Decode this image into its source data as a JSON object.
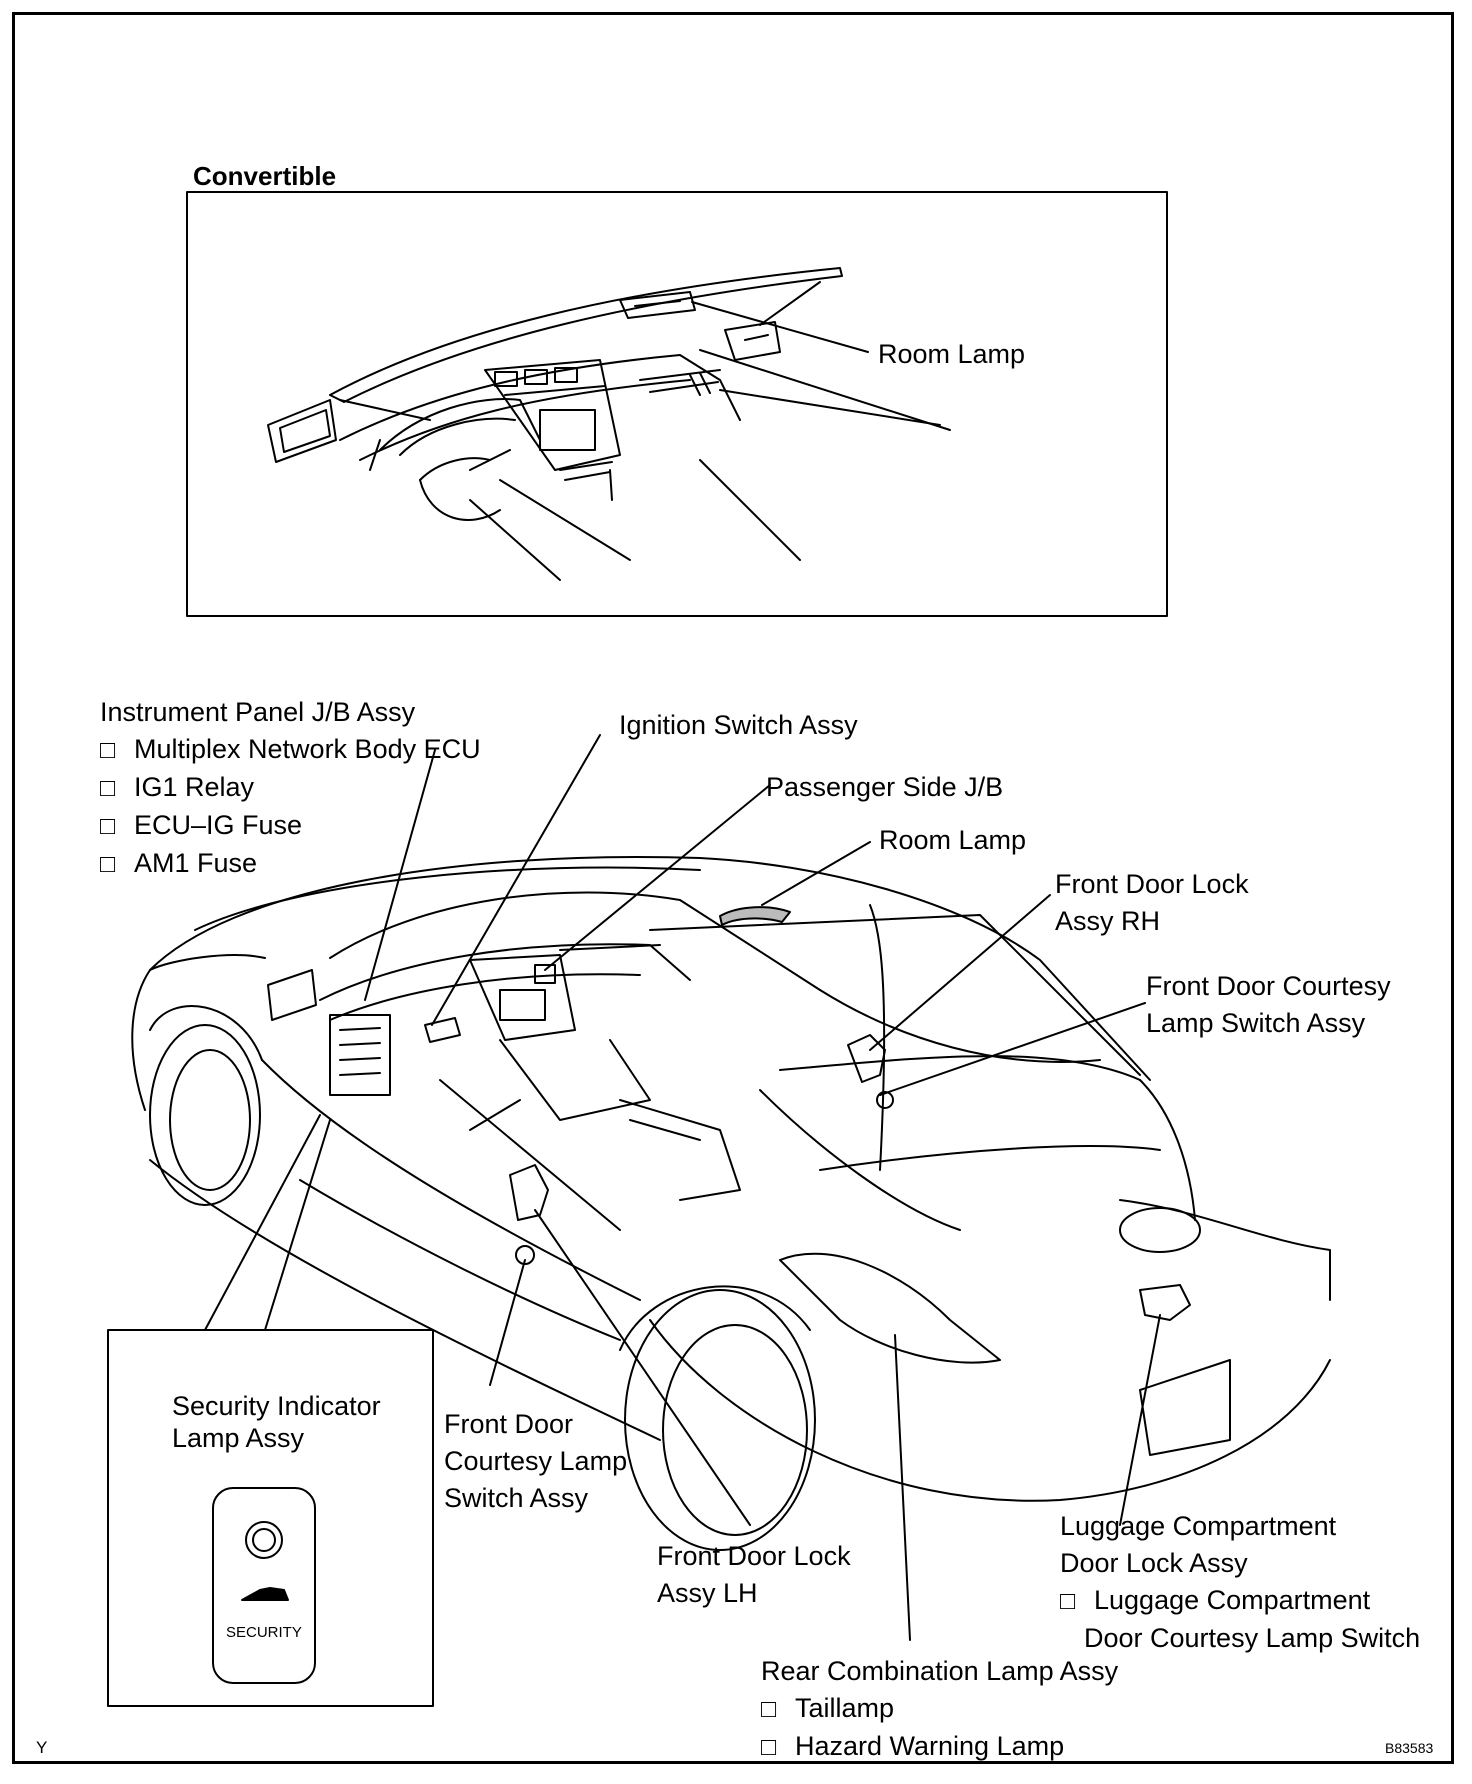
{
  "inset": {
    "title": "Convertible",
    "room_lamp": "Room Lamp"
  },
  "labels": {
    "instrument_panel": {
      "title": "Instrument Panel J/B Assy",
      "items": [
        "Multiplex Network Body ECU",
        "IG1 Relay",
        "ECU–IG Fuse",
        "AM1 Fuse"
      ]
    },
    "ignition_switch": "Ignition Switch Assy",
    "passenger_jb": "Passenger Side J/B",
    "room_lamp": "Room Lamp",
    "front_door_lock_rh": [
      "Front Door Lock",
      "Assy RH"
    ],
    "front_door_courtesy_rh": [
      "Front Door Courtesy",
      "Lamp Switch Assy"
    ],
    "front_door_courtesy_lh": [
      "Front Door",
      "Courtesy Lamp",
      "Switch Assy"
    ],
    "front_door_lock_lh": [
      "Front Door Lock",
      "Assy LH"
    ],
    "luggage": {
      "lines": [
        "Luggage Compartment",
        "Door Lock Assy"
      ],
      "items": [
        "Luggage Compartment"
      ],
      "sub": "Door Courtesy Lamp Switch"
    },
    "rear_combination": {
      "title": "Rear Combination Lamp Assy",
      "items": [
        "Taillamp",
        "Hazard Warning Lamp"
      ]
    },
    "security_indicator": [
      "Security Indicator",
      "Lamp Assy"
    ],
    "security_button_text": "SECURITY"
  },
  "footer": {
    "left_mark": "Y",
    "code": "B83583"
  }
}
